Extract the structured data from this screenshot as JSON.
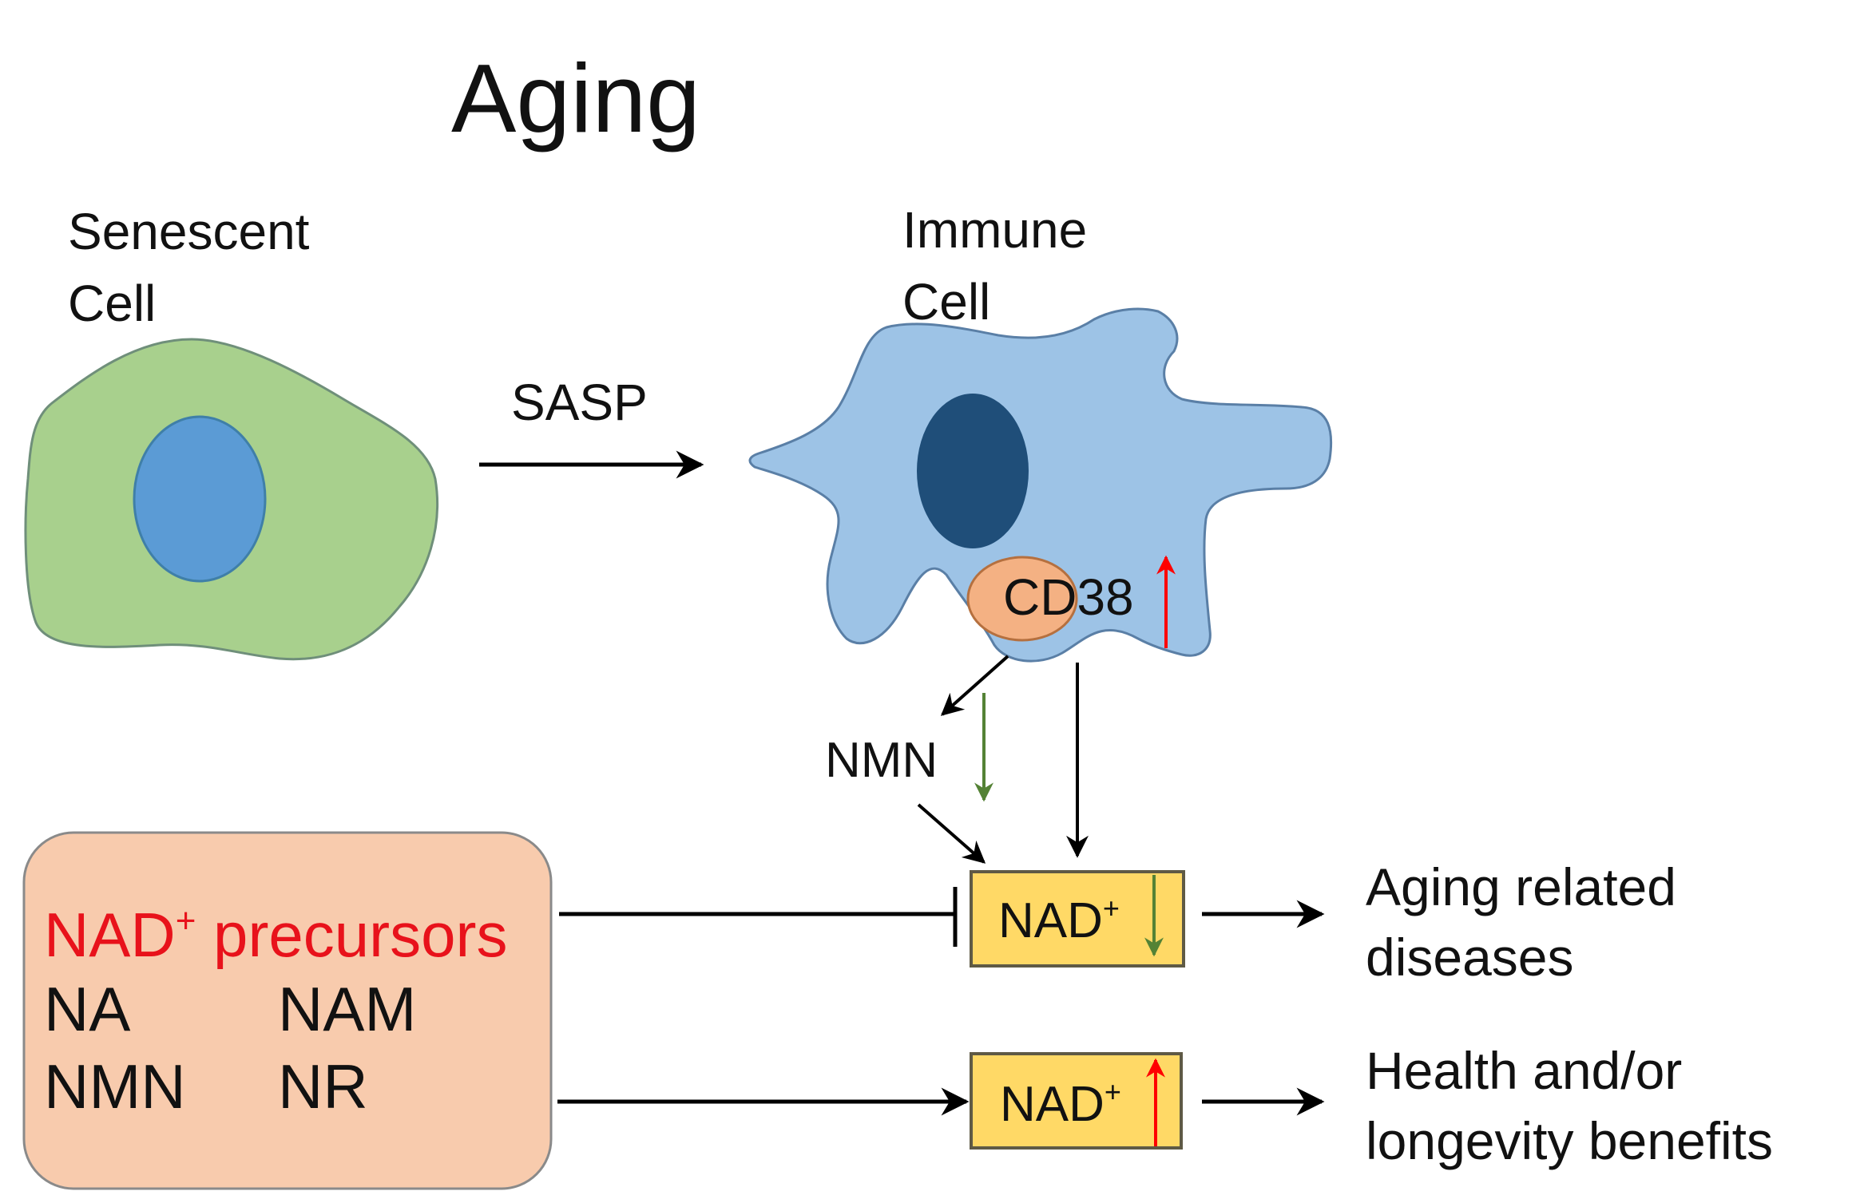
{
  "title": "Aging",
  "senescent_cell": {
    "line1": "Senescent",
    "line2": "Cell"
  },
  "immune_cell": {
    "line1": "Immune",
    "line2": "Cell"
  },
  "sasp_label": "SASP",
  "cd38_label": "CD38",
  "nmn_label": "NMN",
  "precursors": {
    "title_main": "NAD",
    "title_sup": "+",
    "title_rest": " precursors",
    "items": [
      "NA",
      "NAM",
      "NMN",
      "NR"
    ]
  },
  "nad_boxes": [
    {
      "label": "NAD",
      "sup": "+",
      "trend": "down"
    },
    {
      "label": "NAD",
      "sup": "+",
      "trend": "up"
    }
  ],
  "outcomes": [
    {
      "line1": "Aging related",
      "line2": "diseases"
    },
    {
      "line1": "Health and/or",
      "line2": "longevity benefits"
    }
  ],
  "colors": {
    "senescent_cell": "#a8d08d",
    "senescent_nucleus": "#5b9bd5",
    "immune_cell": "#9dc3e6",
    "immune_nucleus": "#1f4e79",
    "cd38": "#f4b183",
    "precursor_box": "#f8cbad",
    "nad_box": "#ffd966",
    "up_arrow": "#ff0000",
    "down_arrow": "#548235",
    "precursor_title": "#e8121b"
  }
}
